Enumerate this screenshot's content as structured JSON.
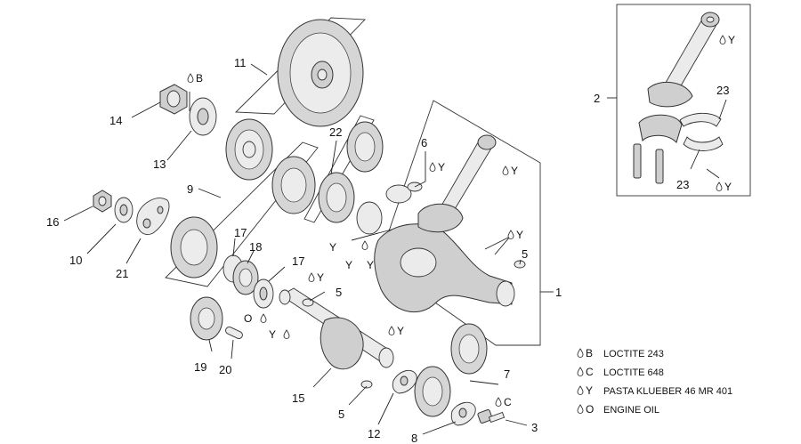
{
  "part_numbers": {
    "p1": "1",
    "p2": "2",
    "p3": "3",
    "p5a": "5",
    "p5b": "5",
    "p5c": "5",
    "p6": "6",
    "p7": "7",
    "p8": "8",
    "p9": "9",
    "p10": "10",
    "p11": "11",
    "p12": "12",
    "p13": "13",
    "p14": "14",
    "p15": "15",
    "p16": "16",
    "p17a": "17",
    "p17b": "17",
    "p18": "18",
    "p19": "19",
    "p20": "20",
    "p21": "21",
    "p22": "22",
    "p23a": "23",
    "p23b": "23"
  },
  "tags": {
    "B": "B",
    "C": "C",
    "Y": "Y",
    "O": "O"
  },
  "legend": [
    {
      "code": "B",
      "label": "LOCTITE 243"
    },
    {
      "code": "C",
      "label": "LOCTITE 648"
    },
    {
      "code": "Y",
      "label": "PASTA KLUEBER 46 MR 401"
    },
    {
      "code": "O",
      "label": "ENGINE OIL"
    }
  ]
}
